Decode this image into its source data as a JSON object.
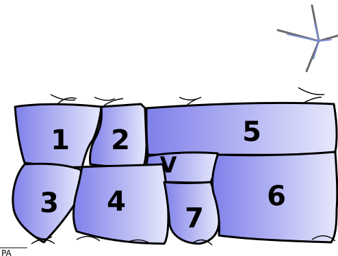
{
  "regions": [
    {
      "id": "1",
      "label": "1"
    },
    {
      "id": "2",
      "label": "2"
    },
    {
      "id": "3",
      "label": "3"
    },
    {
      "id": "4",
      "label": "4"
    },
    {
      "id": "5",
      "label": "5"
    },
    {
      "id": "v",
      "label": "V"
    },
    {
      "id": "6",
      "label": "6"
    },
    {
      "id": "7",
      "label": "7"
    }
  ],
  "corner_text": "PA",
  "colors": {
    "fill_light": "#e6e8fb",
    "fill_dark": "#7f80ea",
    "outline": "#000000",
    "rosette_outer": "#6a6a6a",
    "rosette_inner": "#7a8fd8"
  }
}
